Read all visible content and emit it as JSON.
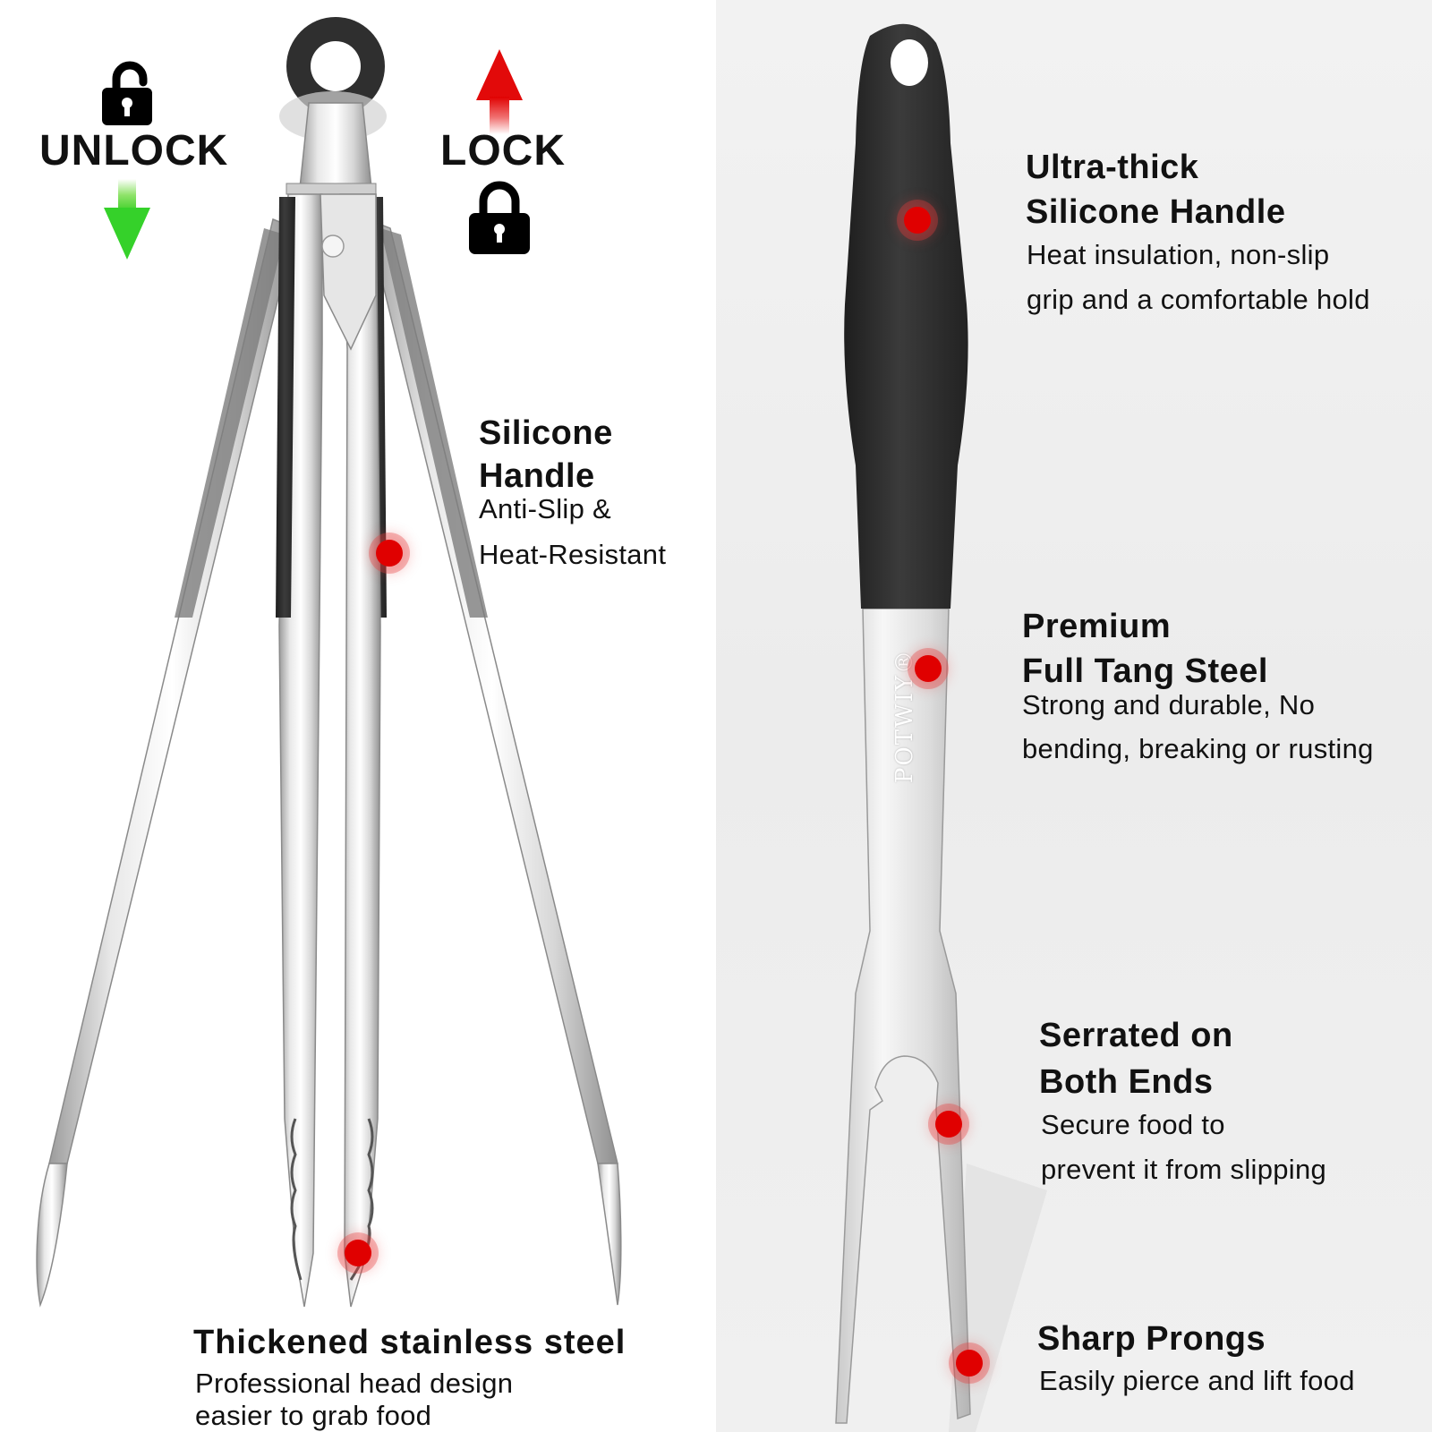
{
  "lock_controls": {
    "unlock_label": "UNLOCK",
    "lock_label": "LOCK",
    "unlock_arrow_color": "#3fd43a",
    "lock_arrow_color": "#e01010"
  },
  "tongs": {
    "silicone_handle": {
      "title_line1": "Silicone",
      "title_line2": "Handle",
      "desc_line1": "Anti-Slip &",
      "desc_line2": "Heat-Resistant"
    },
    "thickened_steel": {
      "title": "Thickened stainless steel",
      "desc_line1": "Professional head design",
      "desc_line2": "easier to grab food"
    }
  },
  "fork": {
    "brand": "POTWIY®",
    "ultra_thick_handle": {
      "title_line1": "Ultra-thick",
      "title_line2": "Silicone Handle",
      "desc_line1": "Heat insulation, non-slip",
      "desc_line2": "grip and a comfortable hold"
    },
    "full_tang": {
      "title_line1": "Premium",
      "title_line2": "Full Tang Steel",
      "desc_line1": "Strong and durable, No",
      "desc_line2": "bending, breaking or rusting"
    },
    "serrated": {
      "title_line1": "Serrated on",
      "title_line2": "Both Ends",
      "desc_line1": "Secure food to",
      "desc_line2": "prevent it from slipping"
    },
    "sharp_prongs": {
      "title": "Sharp Prongs",
      "desc": "Easily pierce and lift food"
    }
  },
  "colors": {
    "marker_red": "#e00000",
    "handle_black": "#2e2e2e",
    "steel_light": "#f4f4f4",
    "steel_dark": "#a9a9a9",
    "right_panel_bg": "#efefef"
  }
}
